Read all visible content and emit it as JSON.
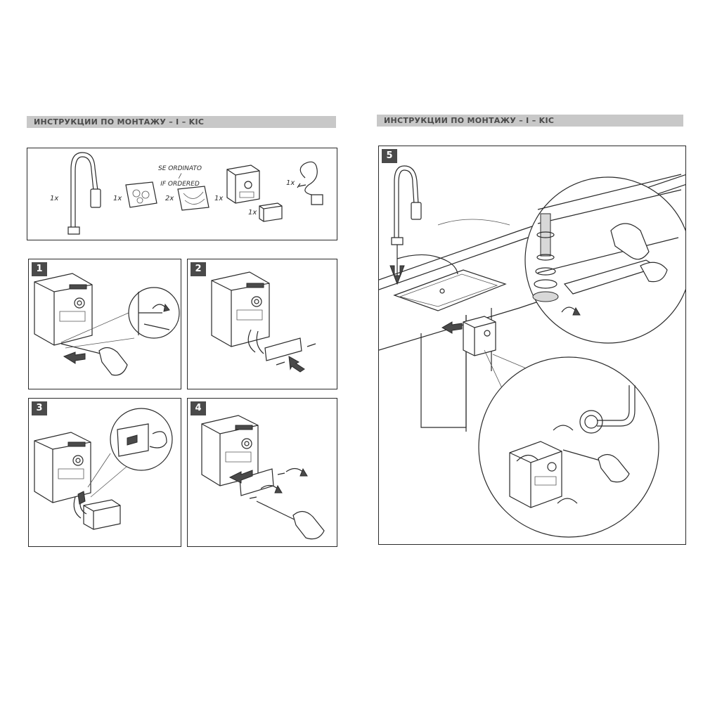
{
  "left_page": {
    "header": "ИНСТРУКЦИИ ПО МОНТАЖУ – I – KIC",
    "contents": {
      "faucet_qty": "1x",
      "parts_bag_qty": "1x",
      "ordered_label": "SE ORDINATO / IF ORDERED",
      "ordered_line1": "SE ORDINATO /",
      "ordered_line2": "IF ORDERED",
      "hoses_qty": "2x",
      "control_box_qty": "1x",
      "battery_qty": "1x",
      "adapter_qty": "1x"
    },
    "steps": [
      {
        "number": "1"
      },
      {
        "number": "2"
      },
      {
        "number": "3"
      },
      {
        "number": "4"
      }
    ]
  },
  "right_page": {
    "header": "ИНСТРУКЦИИ ПО МОНТАЖУ – I – KIC",
    "step": {
      "number": "5"
    }
  },
  "colors": {
    "header_band": "#c8c8c8",
    "line": "#2a2a2a",
    "badge": "#4a4a4a"
  },
  "icons": [
    "faucet-icon",
    "parts-bag-icon",
    "hose-icon",
    "control-box-icon",
    "battery-icon",
    "power-adapter-icon",
    "screwdriver-icon",
    "wrench-icon",
    "hand-icon",
    "arrow-icon",
    "rotate-arrow-icon",
    "sink-icon"
  ]
}
